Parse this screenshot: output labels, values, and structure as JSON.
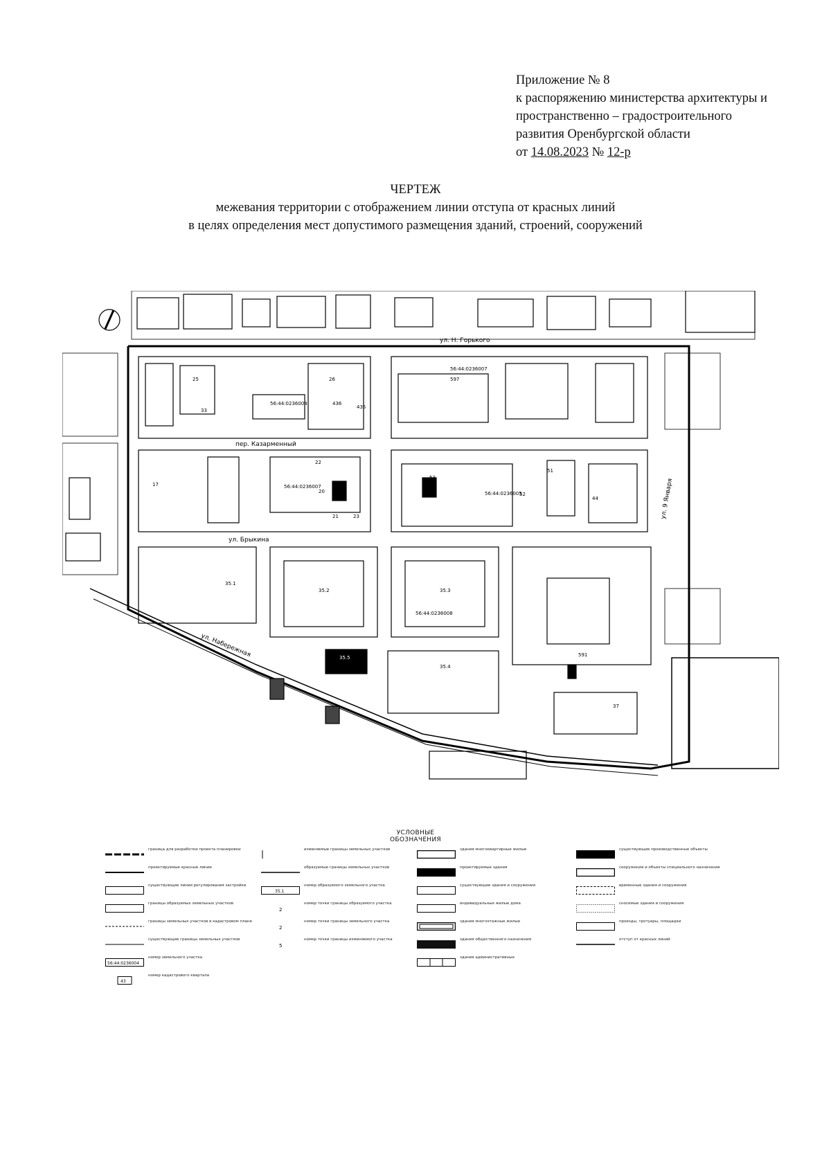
{
  "header": {
    "line1": "Приложение № 8",
    "line2": "к распоряжению министерства архитектуры и",
    "line3": "пространственно – градостроительного",
    "line4": "развития Оренбургской области",
    "date_prefix": "от ",
    "date": "14.08.2023",
    "number_prefix": " № ",
    "number": "12-р"
  },
  "title": {
    "main": "ЧЕРТЕЖ",
    "line1": "межевания территории с отображением линии отступа от красных линий",
    "line2": "в целях определения мест допустимого размещения зданий, строений, сооружений"
  },
  "map": {
    "streets": {
      "gorky": "ул. Н. Горького",
      "kazarmenny": "пер. Казарменный",
      "brykina": "ул. Брыкина",
      "naberezhnaya": "ул. Набережная",
      "yanvarya": "ул. 9 Января"
    },
    "cadastral": {
      "q1": "56:44:0236004",
      "q2": "56:44:0236007",
      "q3": "56:44:0236007",
      "q4": "56:44:0236005",
      "q5": "56:44:0236008"
    },
    "parcels": {
      "p1": "25",
      "p2": "33",
      "p3": "26",
      "p4": "436",
      "p5": "435",
      "p6": "597",
      "p7": "17",
      "p8": "22",
      "p9": "20",
      "p10": "21",
      "p11": "23",
      "p12": "53",
      "p13": "51",
      "p14": "52",
      "p15": "44",
      "p16": "35.1",
      "p17": "35.2",
      "p18": "35.3",
      "p19": "35.4",
      "p20": "35.5",
      "p21": "591",
      "p22": "37"
    }
  },
  "legend": {
    "title": "УСЛОВНЫЕ ОБОЗНАЧЕНИЯ",
    "col1": [
      "граница для разработки проекта планировки",
      "проектируемые красные линии",
      "существующие линии регулирования застройки",
      "границы образуемых земельных участков",
      "границы земельных участков в кадастровом плане",
      "существующие границы земельных участков",
      "номер земельного участка",
      "номер кадастрового квартала"
    ],
    "col1_sym": [
      "",
      "",
      "",
      "",
      "",
      "",
      "56:44:0236004",
      "43"
    ],
    "col2": [
      "изменяемые границы земельных участков",
      "образуемые границы земельных участков",
      "номер образуемого земельного участка",
      "номер точки границы образуемого участка",
      "номер точки границы земельного участка",
      "номер точки границы изменяемого участка"
    ],
    "col2_sym": [
      "",
      "",
      "35.1",
      "2",
      "2",
      "5"
    ],
    "col3": [
      "здания многоквартирные жилые",
      "проектируемые здания",
      "существующие здания и сооружения",
      "индивидуальные жилые дома",
      "здания многоэтажные жилые",
      "здания общественного назначения",
      "здания административные"
    ],
    "col4": [
      "существующие производственные объекты",
      "сооружения и объекты специального назначения",
      "временные здания и сооружения",
      "сносимые здания и сооружения",
      "проезды, тротуары, площадки",
      "отступ от красных линий"
    ]
  }
}
